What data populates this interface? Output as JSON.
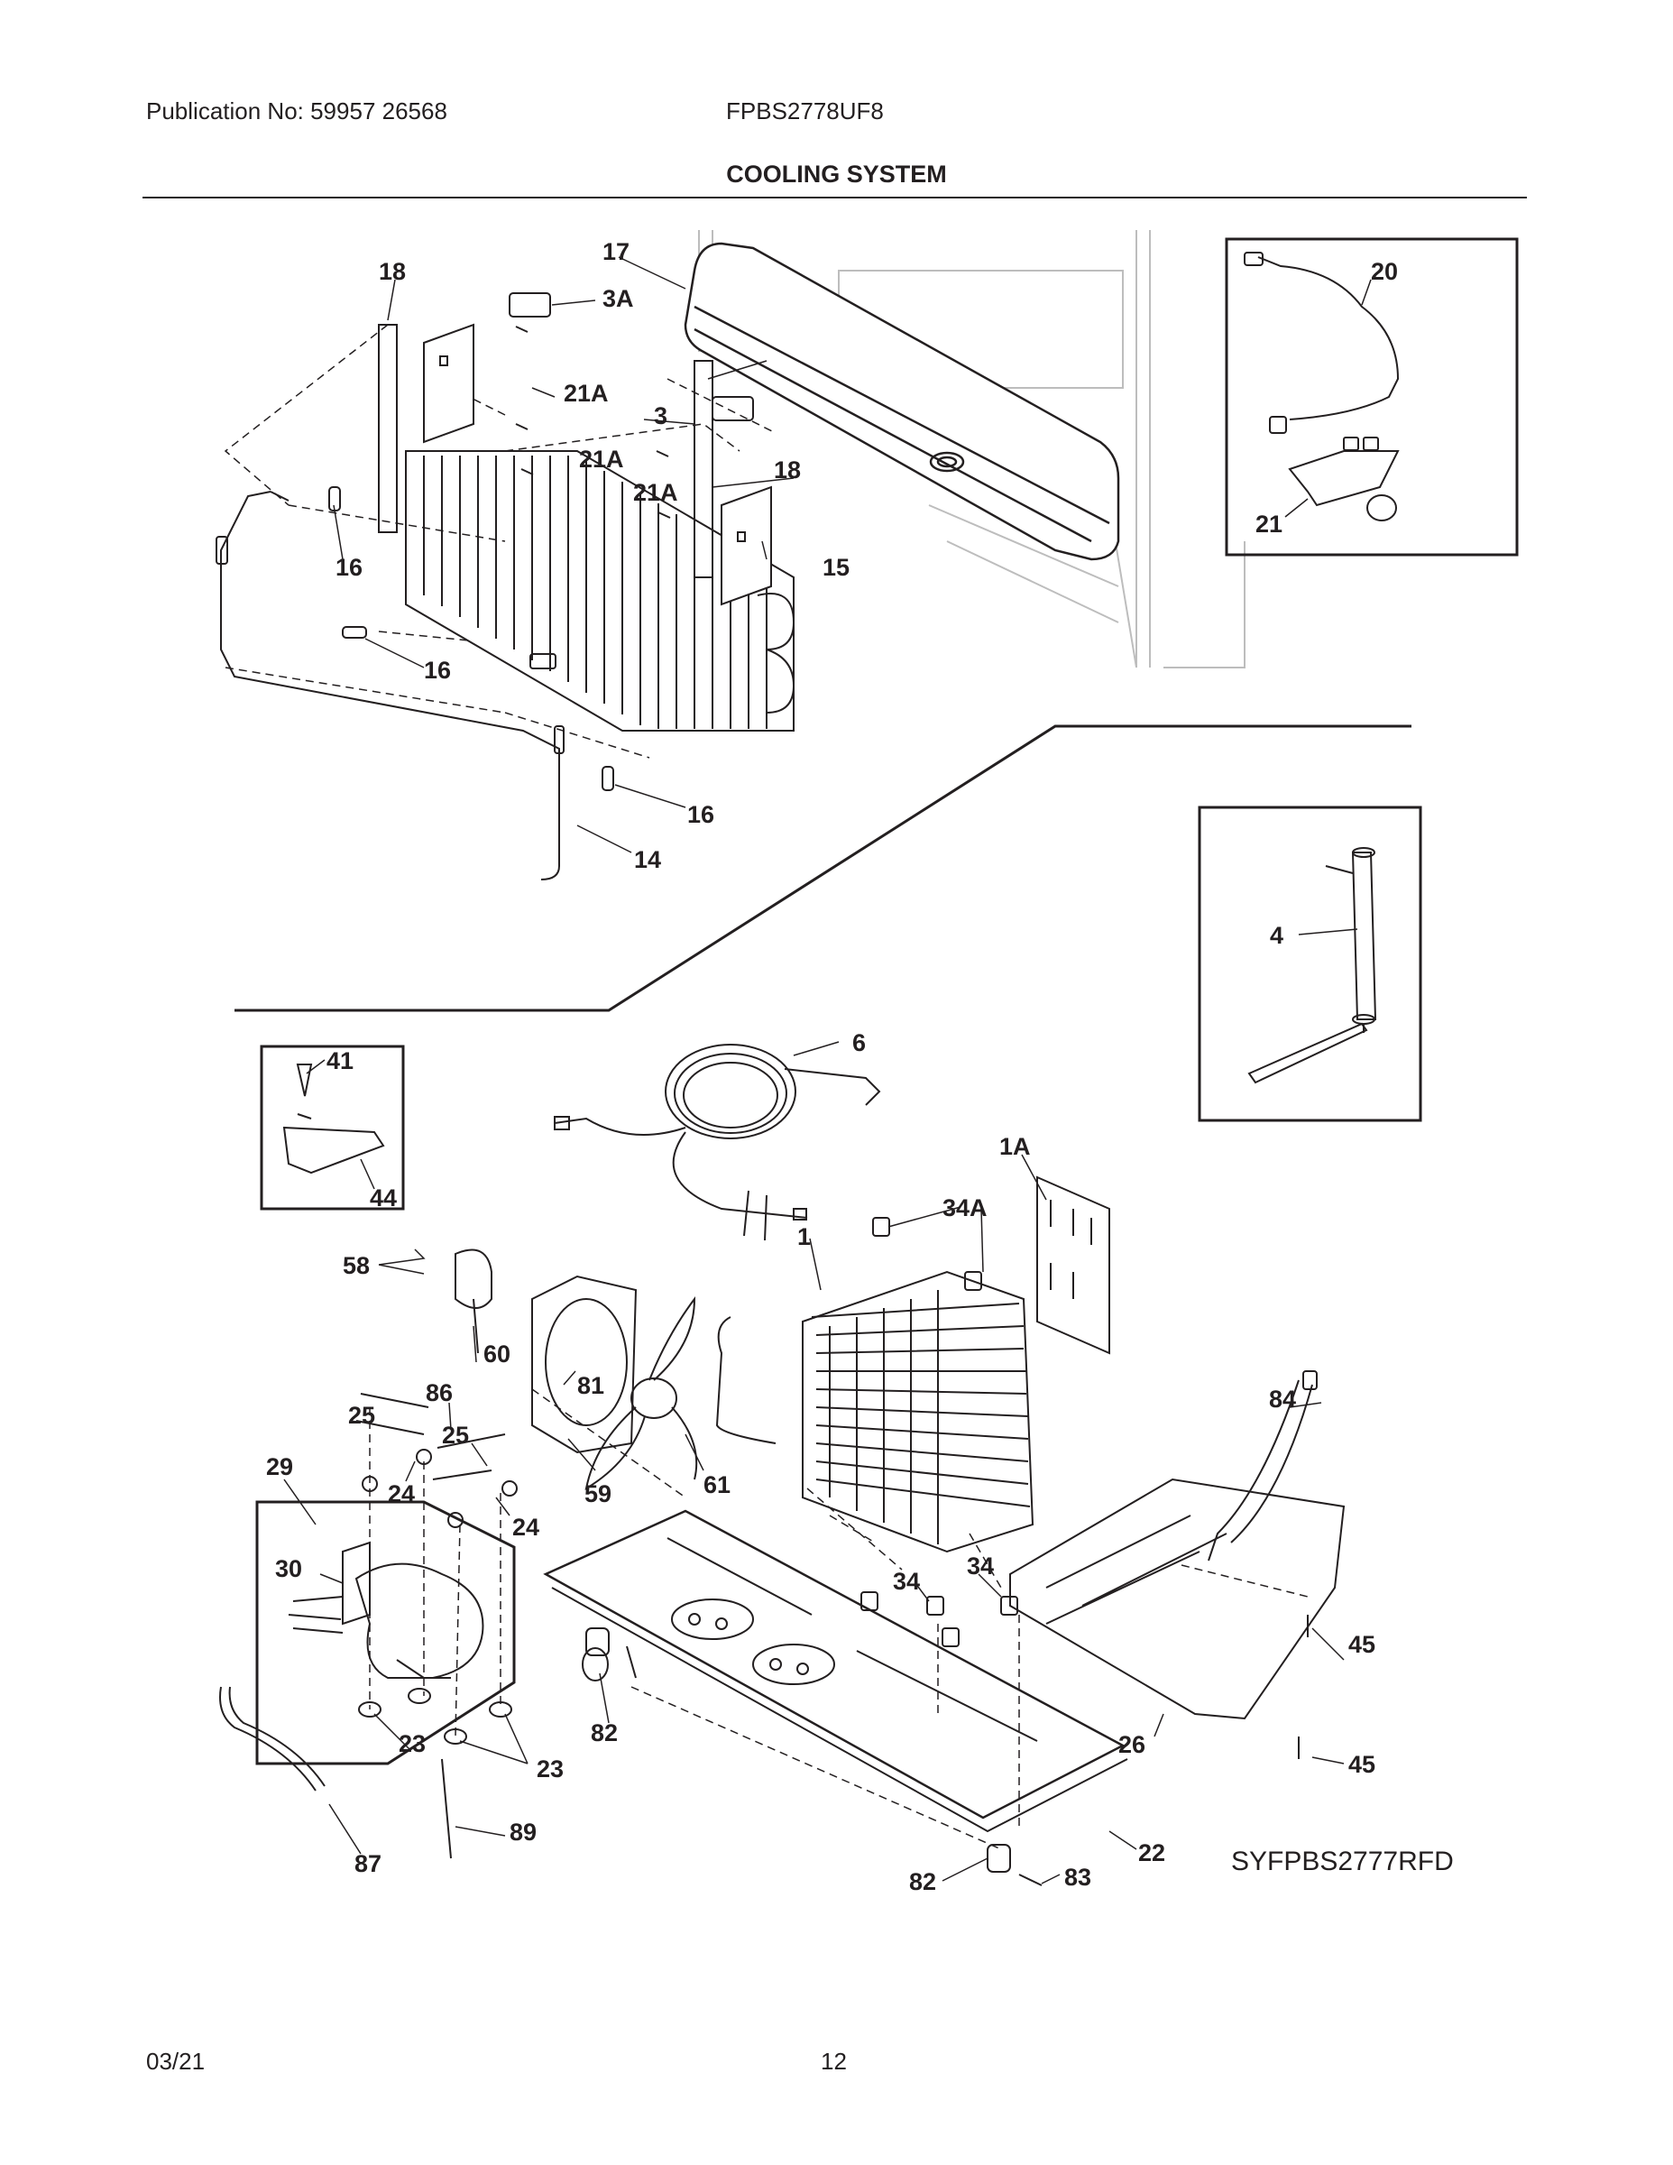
{
  "header": {
    "publication": "Publication No: 59957 26568",
    "model": "FPBS2778UF8",
    "title": "COOLING SYSTEM"
  },
  "footer": {
    "date": "03/21",
    "page": "12"
  },
  "diagram_ref": "SYFPBS2777RFD",
  "callouts": {
    "c17": "17",
    "c18a": "18",
    "c3a": "3A",
    "c21a1": "21A",
    "c3": "3",
    "c21a2": "21A",
    "c18b": "18",
    "c21a3": "21A",
    "c16a": "16",
    "c15": "15",
    "c16b": "16",
    "c16c": "16",
    "c14": "14",
    "c20": "20",
    "c21": "21",
    "c4": "4",
    "c6": "6",
    "c41": "41",
    "c44": "44",
    "c1a": "1A",
    "c34a": "34A",
    "c1": "1",
    "c58": "58",
    "c60": "60",
    "c86": "86",
    "c25a": "25",
    "c81": "81",
    "c84": "84",
    "c25b": "25",
    "c29": "29",
    "c24a": "24",
    "c59": "59",
    "c61": "61",
    "c24b": "24",
    "c30": "30",
    "c34b": "34",
    "c34c": "34",
    "c45a": "45",
    "c82a": "82",
    "c23a": "23",
    "c23b": "23",
    "c26": "26",
    "c45b": "45",
    "c87": "87",
    "c89": "89",
    "c22": "22",
    "c82b": "82",
    "c83": "83"
  }
}
